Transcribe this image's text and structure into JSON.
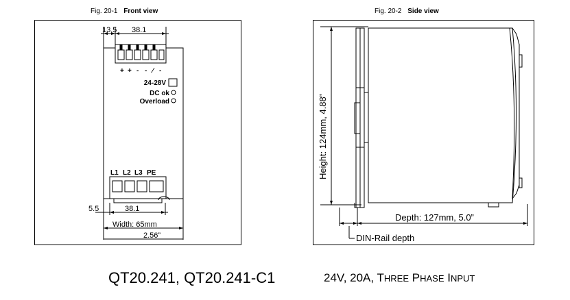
{
  "front": {
    "caption_num": "Fig. 20-1",
    "caption_title": "Front view",
    "dim_top_left": "13.5",
    "dim_top_right": "38.1",
    "terminal_signs": [
      "+",
      "+",
      "-",
      "-",
      "∕",
      "-"
    ],
    "voltage_label": "24-28V",
    "dc_ok_label": "DC ok",
    "overload_label": "Overload",
    "phase_labels": [
      "L1",
      "L2",
      "L3",
      "PE"
    ],
    "dim_bottom_left": "5.5",
    "dim_bottom_right": "38.1",
    "width_label": "Width: 65mm",
    "width_inches": "2.56”"
  },
  "side": {
    "caption_num": "Fig. 20-2",
    "caption_title": "Side view",
    "height_label": "Height: 124mm,  4.88”",
    "depth_label": "Depth: 127mm,  5.0”",
    "din_label": "DIN-Rail depth"
  },
  "footer": {
    "models": "QT20.241, QT20.241-C1",
    "spec_prefix": "24V, 20A, T",
    "spec_word1_rest": "HREE",
    "spec_p": " P",
    "spec_word2_rest": "HASE",
    "spec_i": " I",
    "spec_word3_rest": "NPUT"
  }
}
